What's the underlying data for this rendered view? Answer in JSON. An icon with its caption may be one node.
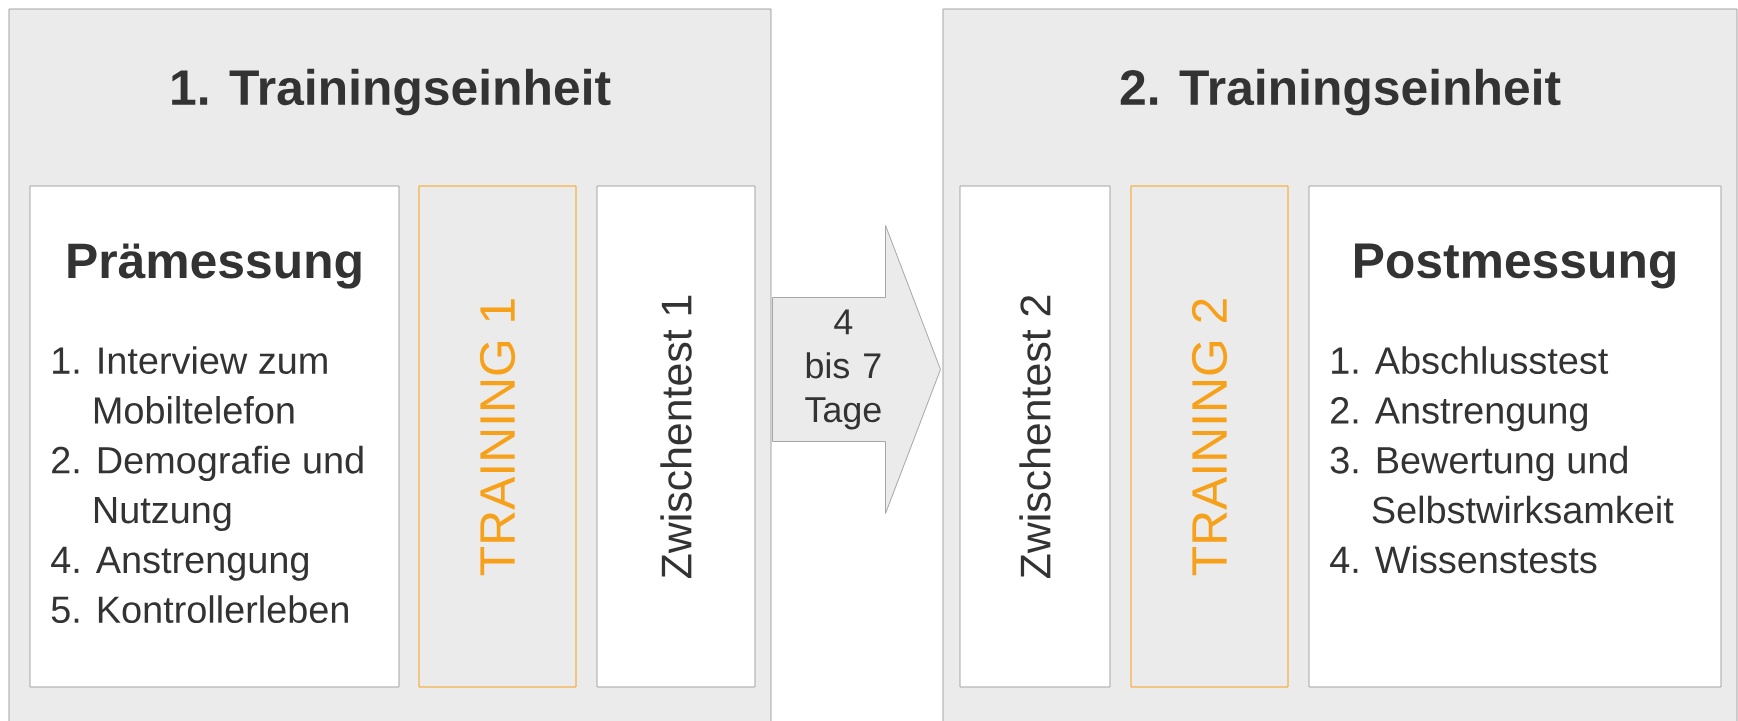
{
  "diagram": {
    "nodes": [
      {
        "text": [
          "1. Trainingseinheit"
        ]
      },
      {
        "text": [
          "Prämessung",
          "1. Interview zum Mobiltelefon",
          "2. Demografie und Nutzung",
          "4. Anstrengung",
          "5. Kontrollerleben"
        ],
        "in": 0
      },
      {
        "text": [
          "TRAINING 1"
        ],
        "in": 0
      },
      {
        "text": [
          "Zwischentest 1"
        ],
        "in": 0
      },
      {
        "text": [
          "Zwischentest 2"
        ],
        "in": 5
      },
      {
        "text": [
          "2. Trainingseinheit"
        ]
      },
      {
        "text": [
          "TRAINING 2"
        ],
        "in": 5
      },
      {
        "text": [
          "Postmessung",
          "1. Abschlusstest",
          "2. Anstrengung",
          "3. Bewertung und Selbstwirksamkeit",
          "4. Wissenstests"
        ],
        "in": 5
      }
    ],
    "edges": [
      {
        "from": 0,
        "to": 5,
        "arrow": "to",
        "label": "4 bis 7 Tage"
      }
    ]
  }
}
